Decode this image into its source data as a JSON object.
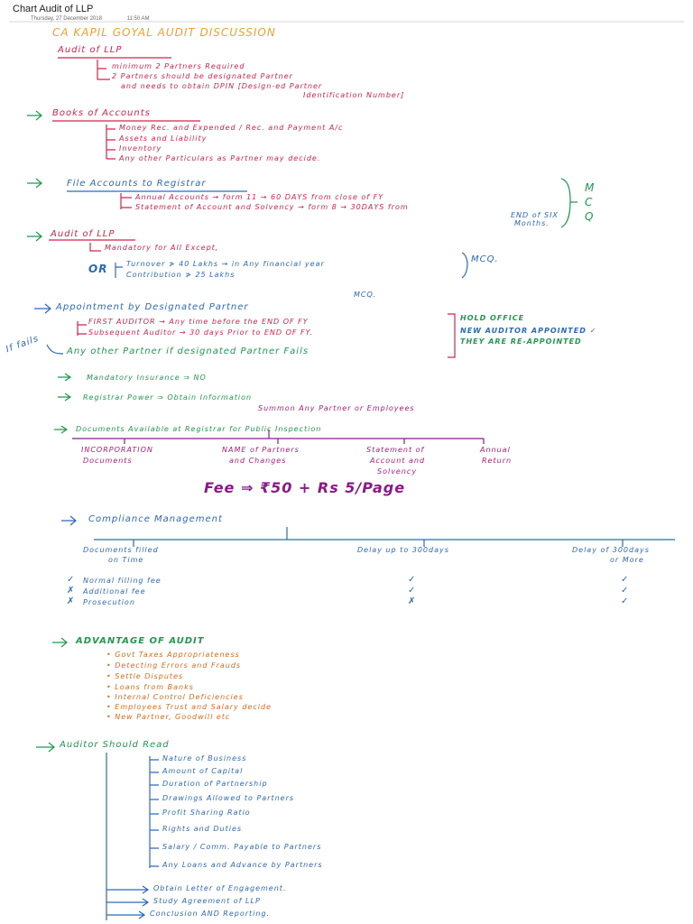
{
  "header": {
    "title": "Chart Audit of LLP",
    "date": "Thursday, 27 December 2018",
    "time": "11:50 AM"
  },
  "heading": "CA KAPIL GOYAL  AUDIT DISCUSSION",
  "audit_llp": {
    "title": "Audit of LLP",
    "lines": [
      "minimum 2 Partners Required",
      "2 Partners should be designated Partner",
      "and needs to obtain DPIN [Design-ed Partner",
      "Identification Number]"
    ]
  },
  "books": {
    "title": "Books of Accounts",
    "items": [
      "Money Rec. and Expended / Rec. and Payment A/c",
      "Assets and Liability",
      "Inventory",
      "Any other Particulars as Partner may decide."
    ]
  },
  "file_accounts": {
    "title": "File Accounts to Registrar",
    "item1": "Annual Accounts → form 11 → 60 DAYS from close of FY",
    "item2": "Statement of Account and Solvency → form 8 → 30DAYS from",
    "item2b": "END of SIX",
    "item2c": "Months.",
    "side": [
      "M",
      "C",
      "Q"
    ]
  },
  "audit_llp2": {
    "title": "Audit of LLP",
    "line1": "Mandatory for All Except,",
    "or": "OR",
    "cond1": "Turnover  ≯ 40 Lakhs  → in Any financial year",
    "cond2": "Contribution  ≯ 25 Lakhs",
    "mcq": "MCQ."
  },
  "appointment": {
    "title": "Appointment by Designated Partner",
    "mcq": "MCQ.",
    "first": "FIRST AUDITOR → Any time before the END OF FY",
    "subsequent": "Subsequent Auditor → 30 days Prior to END OF FY.",
    "other": "Any other Partner if designated Partner Fails",
    "iffails": "If fails",
    "right1": "HOLD OFFICE",
    "right2": "NEW AUDITOR APPOINTED ✓",
    "right3": "THEY ARE RE-APPOINTED"
  },
  "mandatory": "Mandatory Insurance ⇒ NO",
  "registrar_power": {
    "label": "Registrar Power ⇒ Obtain Information",
    "line2": "Summon Any Partner or Employees"
  },
  "documents": {
    "title": "Documents Available at Registrar for Public Inspection",
    "col1a": "INCORPORATION",
    "col1b": "Documents",
    "col2a": "NAME of Partners",
    "col2b": "and Changes",
    "col3a": "Statement of",
    "col3b": "Account and",
    "col3c": "Solvency",
    "col4a": "Annual",
    "col4b": "Return"
  },
  "fee": "Fee ⇒ ₹50 + Rs 5/Page",
  "compliance": {
    "title": "Compliance Management",
    "col1a": "Documents filled",
    "col1b": "on Time",
    "col2": "Delay up to 300days",
    "col3a": "Delay of 300days",
    "col3b": "or More",
    "rows": [
      {
        "mark": "✓",
        "label": "Normal filling fee",
        "c2": "✓",
        "c3": "✓"
      },
      {
        "mark": "✗",
        "label": "Additional fee",
        "c2": "✓",
        "c3": "✓"
      },
      {
        "mark": "✗",
        "label": "Prosecution",
        "c2": "✗",
        "c3": "✓"
      }
    ]
  },
  "advantage": {
    "title": "ADVANTAGE OF AUDIT",
    "items": [
      "Govt Taxes Appropriateness",
      "Detecting Errors and Frauds",
      "Settle Disputes",
      "Loans from Banks",
      "Internal Control Deficiencies",
      "Employees Trust and Salary decide",
      "New Partner, Goodwill etc"
    ]
  },
  "auditor_read": {
    "title": "Auditor Should Read",
    "items": [
      "Nature of Business",
      "Amount of Capital",
      "Duration of Partnership",
      "Drawings Allowed to Partners",
      "Profit Sharing Ratio",
      "Rights and Duties",
      "Salary / Comm. Payable to Partners",
      "Any Loans and Advance by Partners"
    ],
    "bottom": [
      "Obtain Letter of Engagement.",
      "Study Agreement of LLP",
      "Conclusion AND Reporting."
    ]
  }
}
